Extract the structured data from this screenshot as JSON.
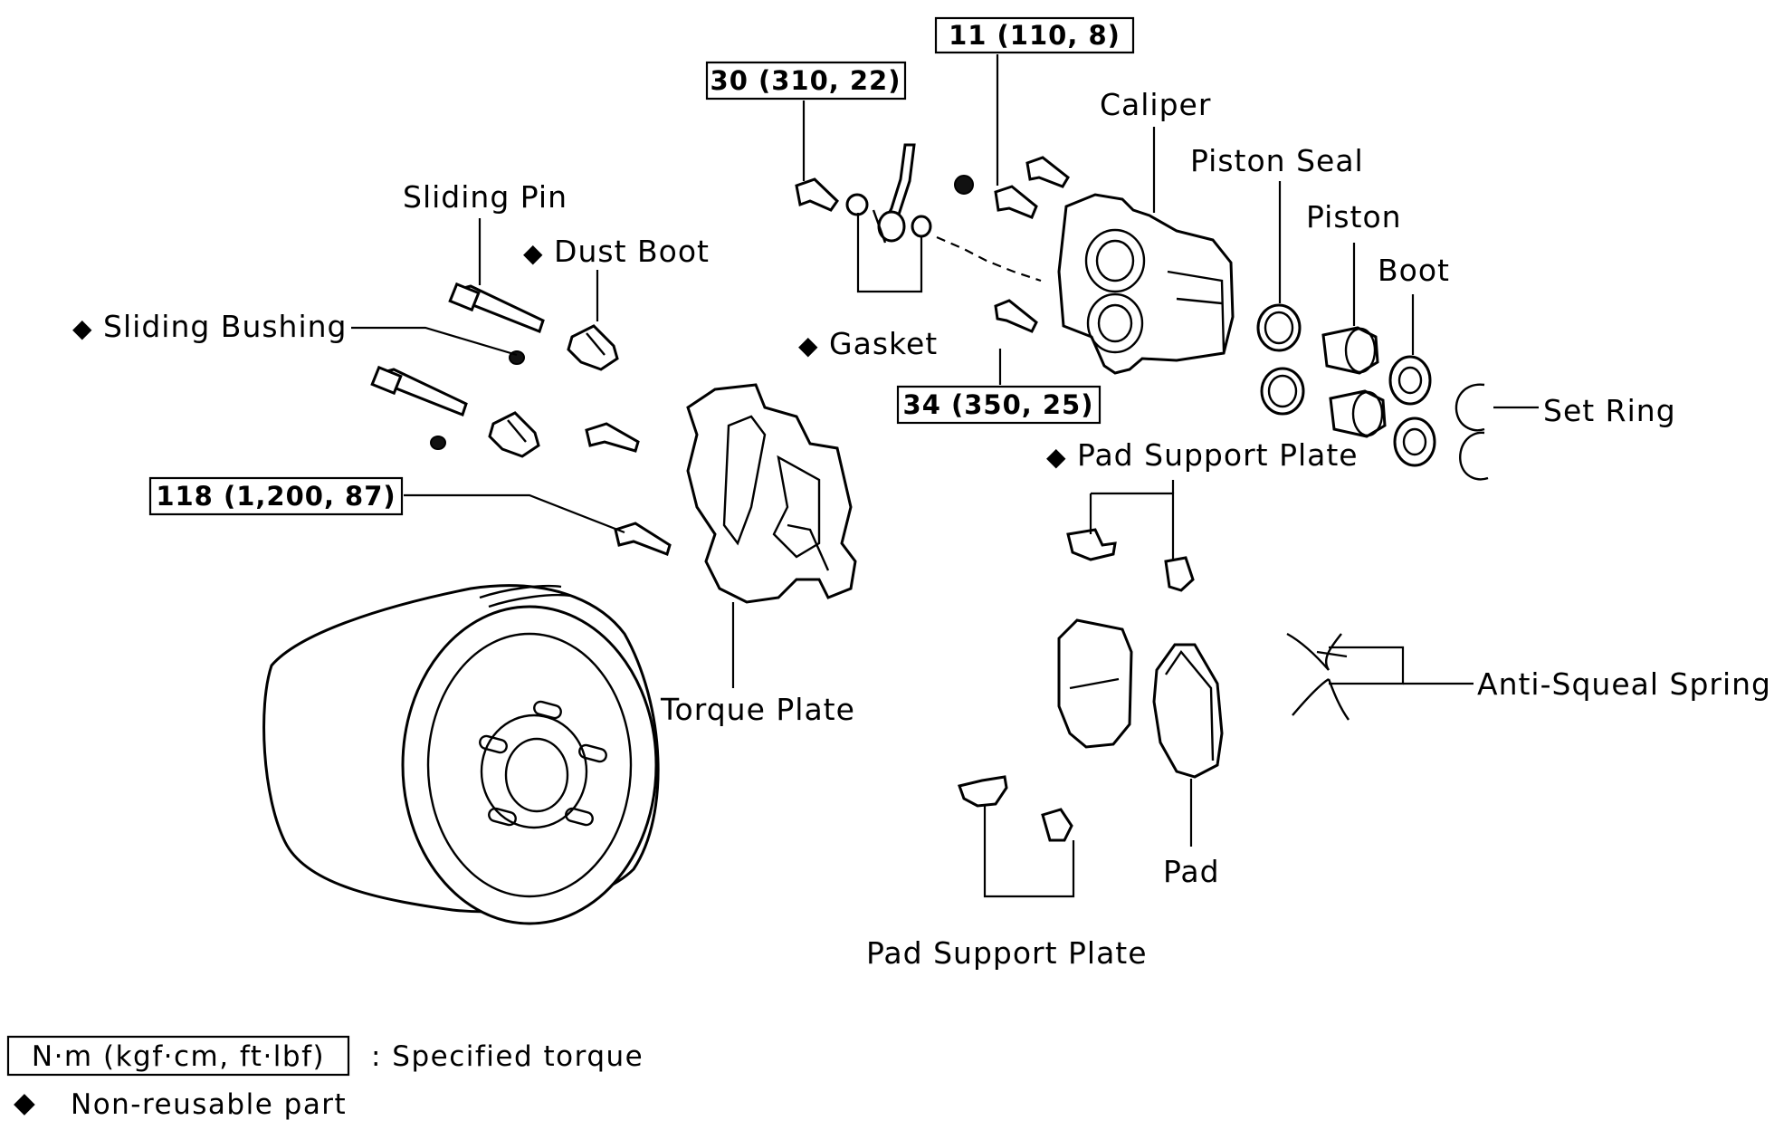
{
  "labels": {
    "caliper": "Caliper",
    "piston_seal": "Piston Seal",
    "piston": "Piston",
    "boot": "Boot",
    "set_ring": "Set Ring",
    "sliding_pin": "Sliding Pin",
    "dust_boot": "Dust Boot",
    "sliding_bushing": "Sliding Bushing",
    "gasket": "Gasket",
    "pad_support_plate_top": "Pad Support Plate",
    "torque_plate": "Torque Plate",
    "anti_squeal_spring": "Anti-Squeal Spring",
    "pad": "Pad",
    "pad_support_plate_bottom": "Pad Support Plate"
  },
  "torques": {
    "t1": "11 (110, 8)",
    "t2": "30 (310, 22)",
    "t3": "34 (350, 25)",
    "t4": "118 (1,200, 87)"
  },
  "non_reusable_symbol": "◆",
  "legend": {
    "torque_box": "N·m (kgf·cm, ft·lbf)",
    "torque_desc": ":  Specified torque",
    "symbol": "◆",
    "nonreusable_desc": "Non-reusable part"
  }
}
